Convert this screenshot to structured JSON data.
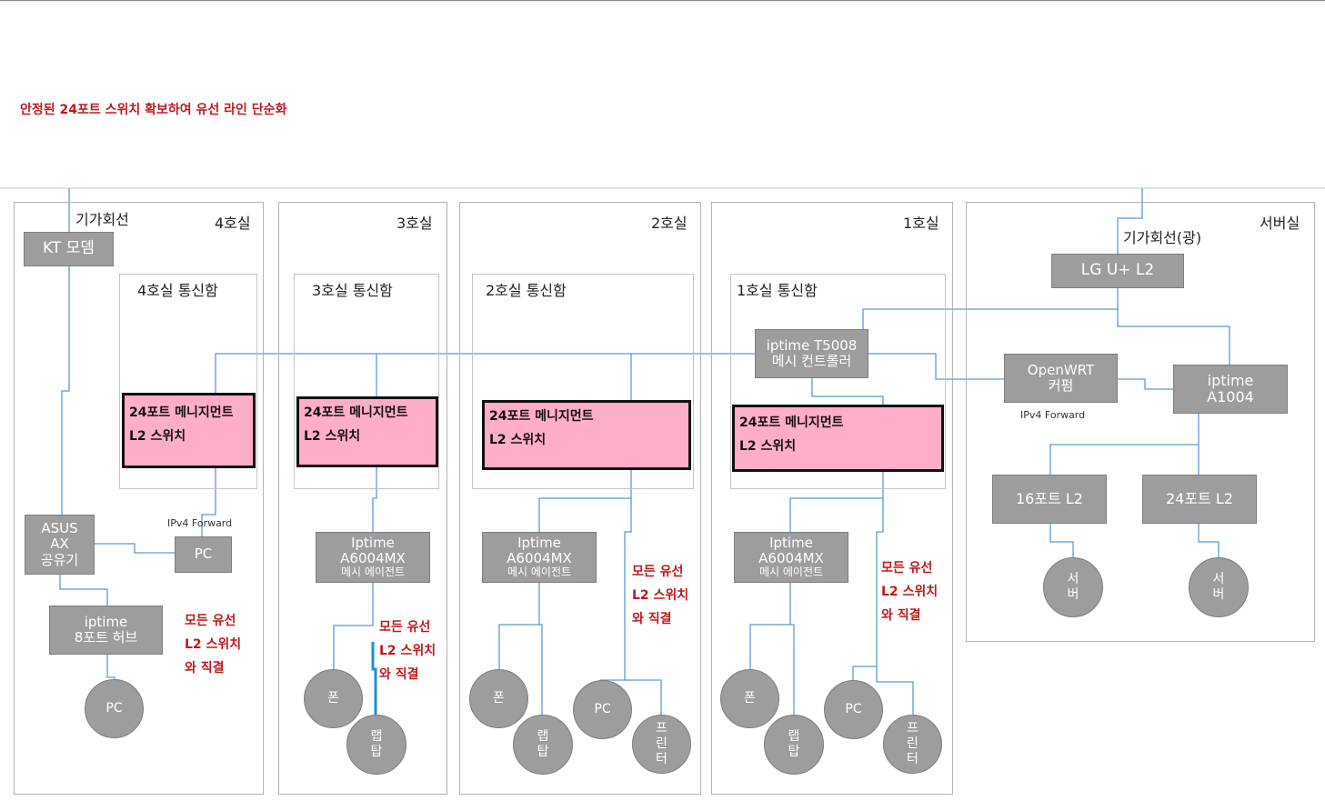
{
  "title": "안정된 24포트 스위치 확보하여 유선 라인 단순화",
  "colors": {
    "wire": "#5b9bd5",
    "device": "#9d9d9d",
    "switch": "#ffadc9",
    "note": "#c0181e"
  },
  "rooms": {
    "r4": {
      "label": "4호실",
      "external": "기가회선",
      "closet": "4호실  통신함"
    },
    "r3": {
      "label": "3호실",
      "closet": "3호실  통신함"
    },
    "r2": {
      "label": "2호실",
      "closet": "2호실  통신함"
    },
    "r1": {
      "label": "1호실",
      "closet": "1호실  통신함"
    },
    "server": {
      "label": "서버실",
      "external": "기가회선(광)"
    }
  },
  "devices": {
    "kt_modem": "KT 모뎀",
    "asus": [
      "ASUS",
      "AX",
      "공유기"
    ],
    "pc": "PC",
    "ipv4_forward": "IPv4  Forward",
    "hub": [
      "iptime",
      "8포트 허브"
    ],
    "switch_line1": "24포트 메니지먼트",
    "switch_line2": "L2 스위치",
    "agent": [
      "Iptime",
      "A6004MX",
      "메시 에이전트"
    ],
    "controller": [
      "iptime T5008",
      "메시 컨트롤러"
    ],
    "lg": "LG U+ L2",
    "openwrt": [
      "OpenWRT",
      "커펌"
    ],
    "a1004": [
      "iptime",
      "A1004"
    ],
    "l2_16": "16포트  L2",
    "l2_24": "24포트  L2",
    "server": [
      "서",
      "버"
    ],
    "phone": "폰",
    "laptop": [
      "랩",
      "탑"
    ],
    "printer": [
      "프",
      "린",
      "터"
    ]
  },
  "note": [
    "모든 유선",
    "L2 스위치",
    "와 직결"
  ]
}
